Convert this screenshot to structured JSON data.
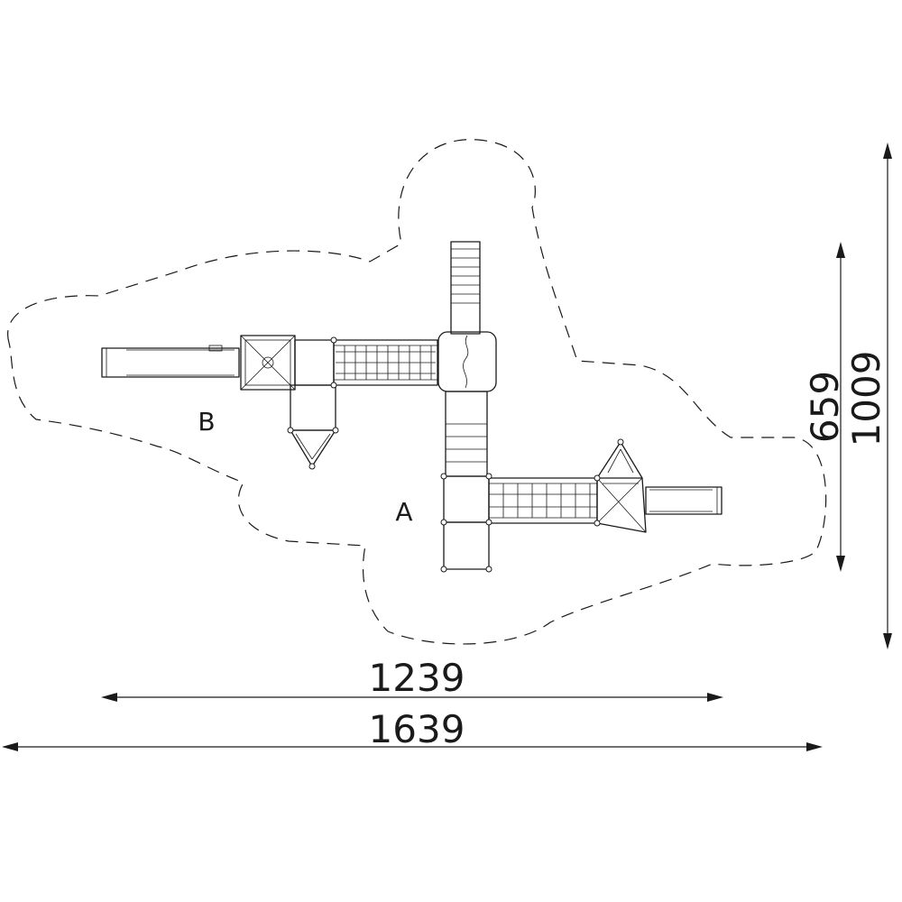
{
  "zones": {
    "a": "A",
    "b": "B"
  },
  "dimensions": {
    "width_inner": "1239",
    "width_outer": "1639",
    "height_inner": "659",
    "height_outer": "1009"
  }
}
